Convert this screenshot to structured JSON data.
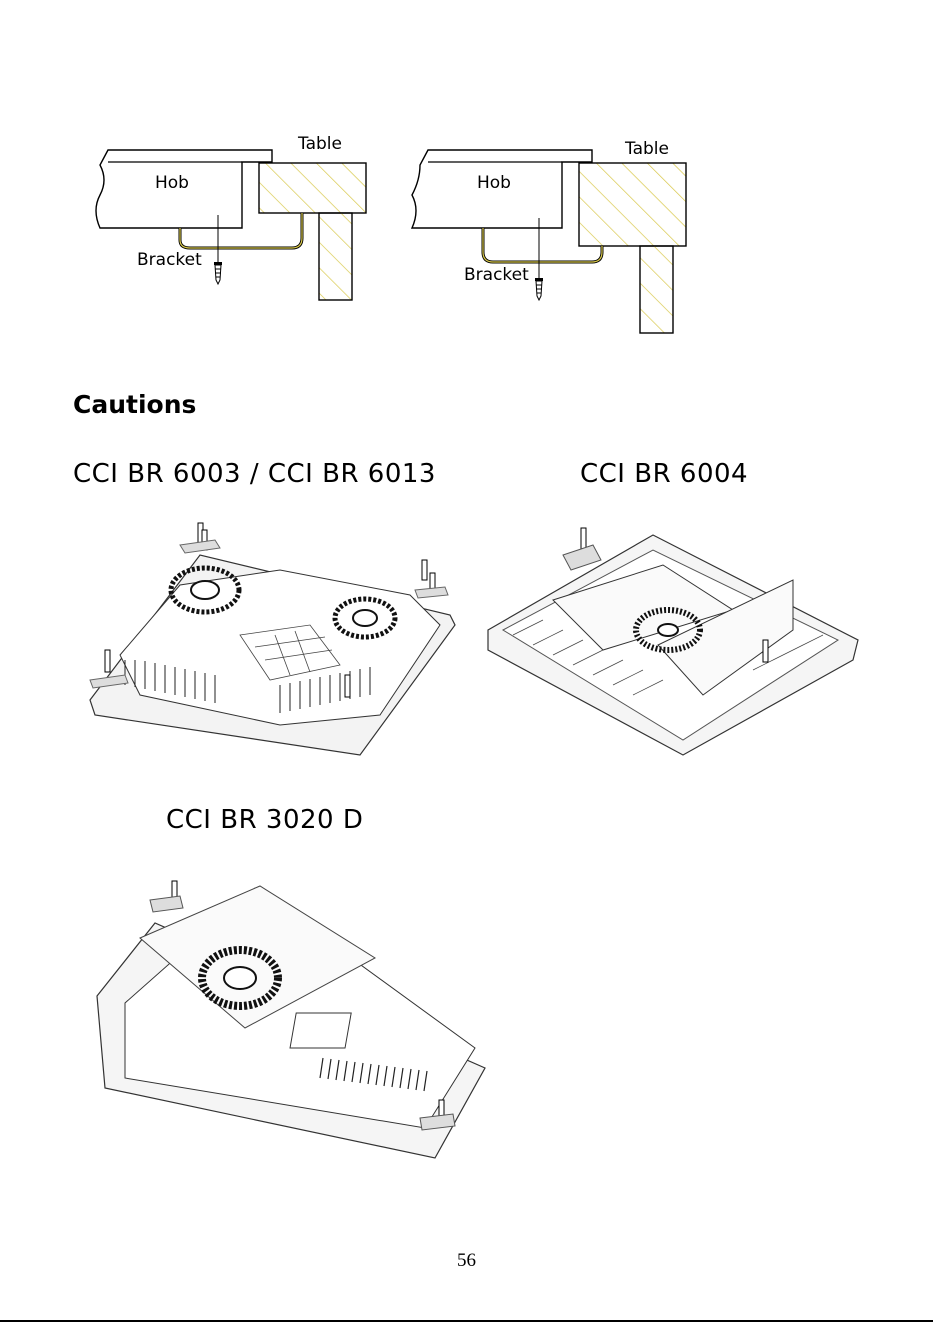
{
  "diagrams": {
    "left": {
      "hob": "Hob",
      "table": "Table",
      "bracket": "Bracket"
    },
    "right": {
      "hob": "Hob",
      "table": "Table",
      "bracket": "Bracket"
    }
  },
  "section_title": "Cautions",
  "models": {
    "a": "CCI BR 6003 / CCI BR 6013",
    "b": "CCI BR 6004",
    "c": "CCI BR 3020 D"
  },
  "page_number": "56"
}
